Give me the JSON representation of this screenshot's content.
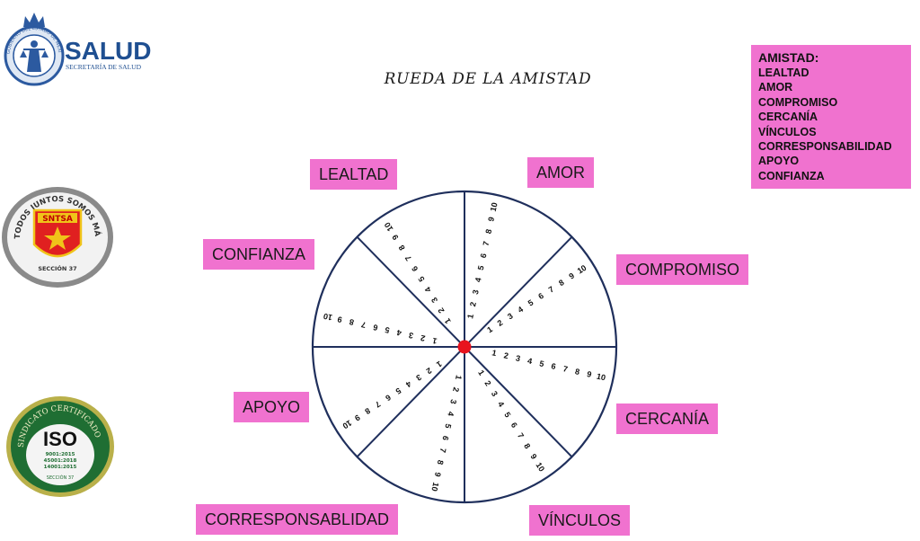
{
  "header": {
    "brand_name": "SALUD",
    "brand_subtitle": "SECRETARÍA DE SALUD",
    "seal_text": "GOBIERNO DEL ESTADO DE MÉXICO"
  },
  "side_logos": {
    "sntsa_ring_text": "TODOS JUNTOS SOMOS MÁS FUERTES",
    "sntsa_acronym": "SNTSA",
    "sntsa_section": "SECCIÓN 37",
    "iso_ring_text": "SINDICATO CERTIFICADO",
    "iso_label": "ISO",
    "iso_norms": [
      "9001:2015",
      "45001:2018",
      "14001:2015"
    ],
    "iso_section": "SECCIÓN 37"
  },
  "title": "RUEDA DE LA AMISTAD",
  "legend": {
    "title": "AMISTAD:",
    "items": [
      "LEALTAD",
      "AMOR",
      "COMPROMISO",
      "CERCANÍA",
      "VÍNCULOS",
      "CORRESPONSABILIDAD",
      "APOYO",
      "CONFIANZA"
    ]
  },
  "wheel": {
    "segments": [
      "LEALTAD",
      "AMOR",
      "COMPROMISO",
      "CERCANÍA",
      "VÍNCULOS",
      "CORRESPONSABLIDAD",
      "APOYO",
      "CONFIANZA"
    ],
    "scale": [
      "1",
      "2",
      "3",
      "4",
      "5",
      "6",
      "7",
      "8",
      "9",
      "10"
    ]
  },
  "colors": {
    "label_bg": "#f072cf",
    "wheel_stroke": "#1f2f5c",
    "center_dot": "#e8141e"
  }
}
